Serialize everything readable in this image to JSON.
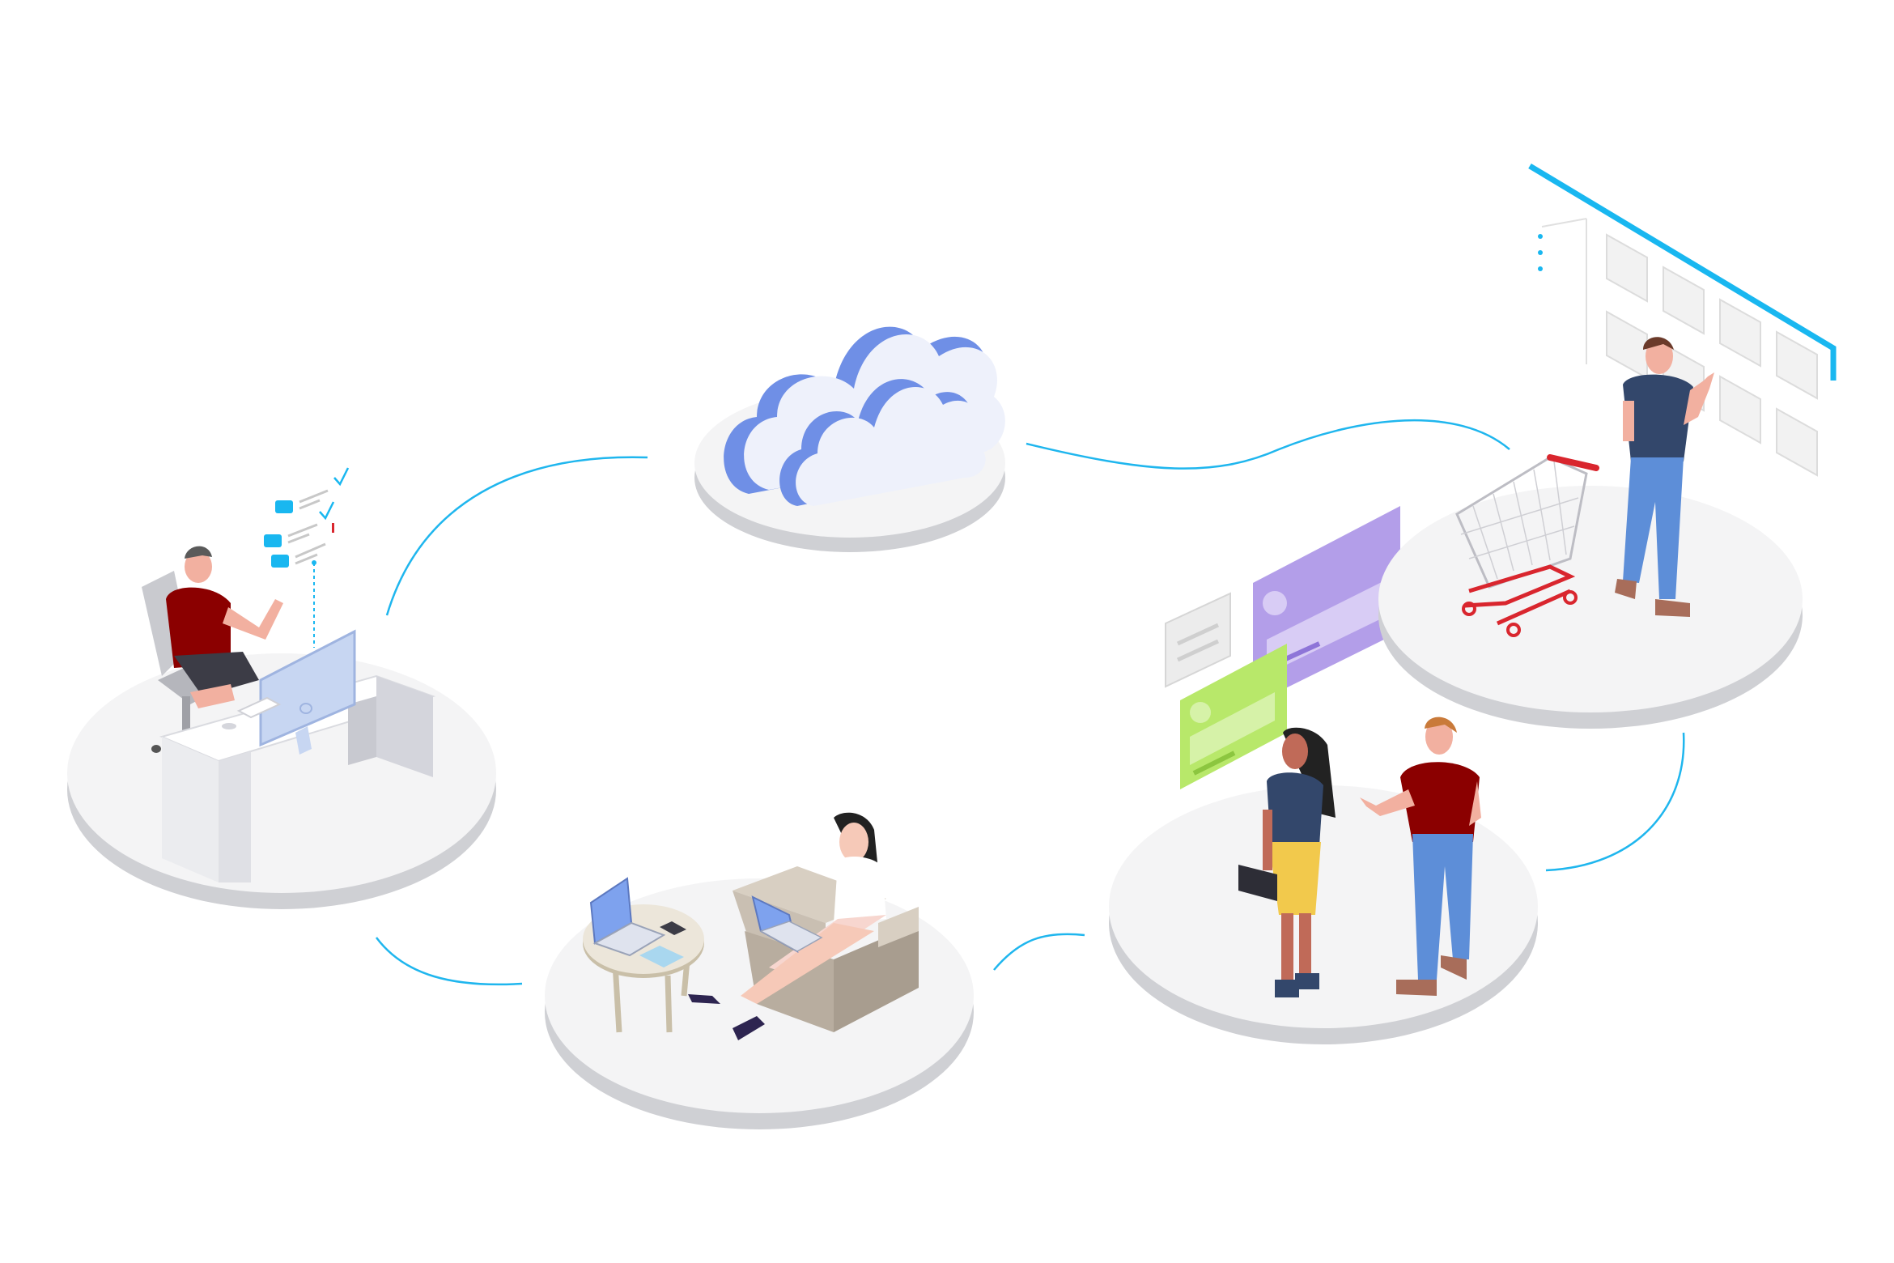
{
  "illustration": {
    "background": "#ffffff",
    "colors": {
      "platform_top": "#f4f4f5",
      "platform_side": "#cfd0d4",
      "connector": "#1fb6ee",
      "cloud_blue": "#6f8fe6",
      "cloud_light": "#eef1fb",
      "shirt_red": "#8b0000",
      "shirt_navy": "#33476b",
      "jeans_blue": "#5d8ed8",
      "skirt_yellow": "#f2c94c",
      "card_purple": "#b39ee9",
      "card_green": "#b8e86a",
      "cart_red": "#d9262e",
      "sofa_beige": "#c9bfb2",
      "screen_blue": "#7ea2ee",
      "accent_cyan": "#19b7f0"
    },
    "scenes": [
      {
        "name": "cloud",
        "icon": "cloud-icon"
      },
      {
        "name": "desk-worker",
        "icon": "desktop-computer-icon"
      },
      {
        "name": "remote-worker-sofa",
        "icon": "laptop-icon"
      },
      {
        "name": "customers-cards",
        "icon": "card-icon"
      },
      {
        "name": "shopper-cart",
        "icon": "shopping-cart-icon"
      }
    ]
  }
}
